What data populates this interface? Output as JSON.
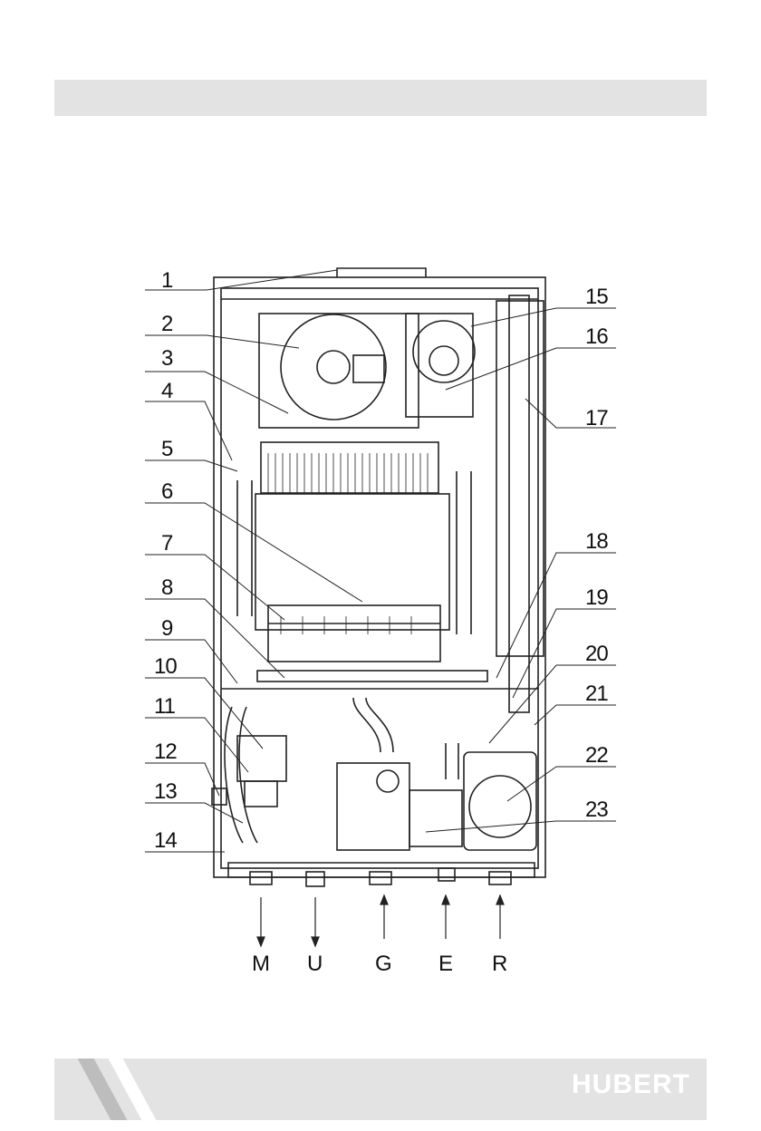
{
  "callouts": [
    "1",
    "2",
    "3",
    "4",
    "5",
    "6",
    "7",
    "8",
    "9",
    "10",
    "11",
    "12",
    "13",
    "14",
    "15",
    "16",
    "17",
    "18",
    "19",
    "20",
    "21",
    "22",
    "23"
  ],
  "connections": [
    "M",
    "U",
    "G",
    "E",
    "R"
  ],
  "brand": "HUBERT",
  "colors": {
    "band": "#e3e3e3",
    "line": "#222222",
    "stripe": "#bdbdbd"
  }
}
